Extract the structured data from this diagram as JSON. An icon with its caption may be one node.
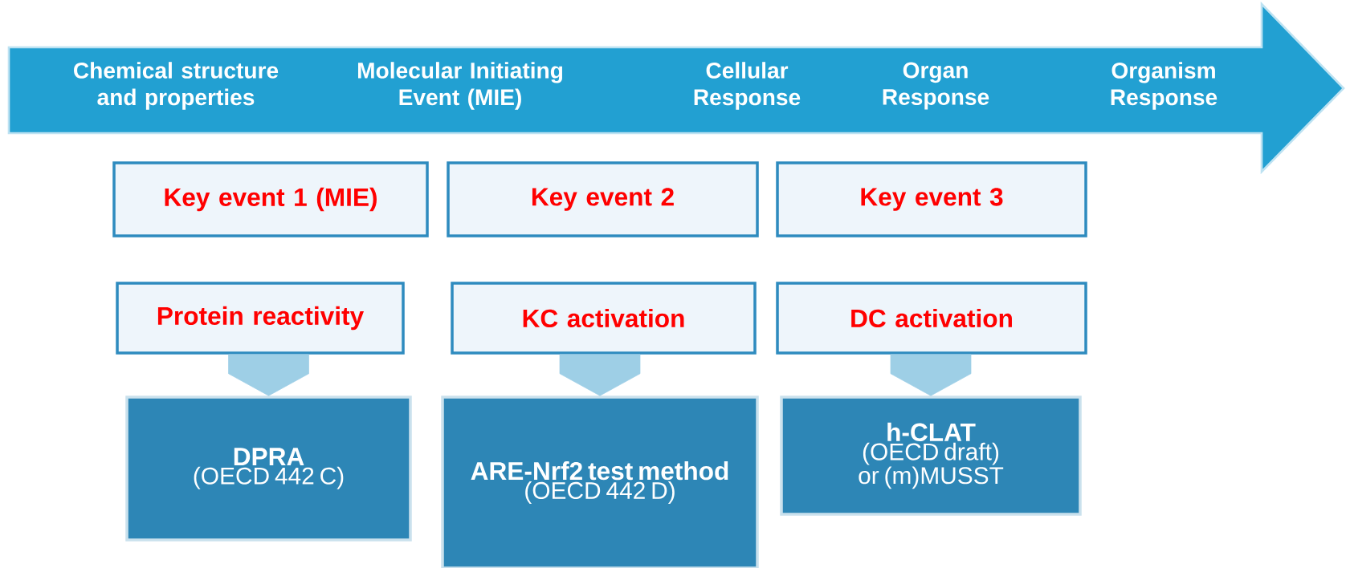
{
  "diagram": {
    "nodes": [
      {
        "text": [
          "Chemical structure and properties",
          "Molecular Initiating Event (MIE)",
          "Cellular Response",
          "Organ Response",
          "Organism Response"
        ]
      },
      {
        "text": [
          "Key event 1 (MIE)"
        ]
      },
      {
        "text": [
          "Key event 2"
        ]
      },
      {
        "text": [
          "Key event 3"
        ]
      },
      {
        "text": [
          "Protein reactivity"
        ]
      },
      {
        "text": [
          "KC activation"
        ]
      },
      {
        "text": [
          "DC activation"
        ]
      },
      {
        "text": [
          "DPRA",
          "(OECD 442 C)"
        ]
      },
      {
        "text": [
          "ARE-Nrf2 test method",
          "(OECD 442 D)"
        ]
      },
      {
        "text": [
          "h-CLAT",
          "(OECD draft) or (m)MUSST"
        ]
      }
    ],
    "edges": [
      {
        "from": 4,
        "to": 7,
        "arrow": "to"
      },
      {
        "from": 5,
        "to": 8,
        "arrow": "to"
      },
      {
        "from": 6,
        "to": 9,
        "arrow": "to"
      }
    ]
  }
}
